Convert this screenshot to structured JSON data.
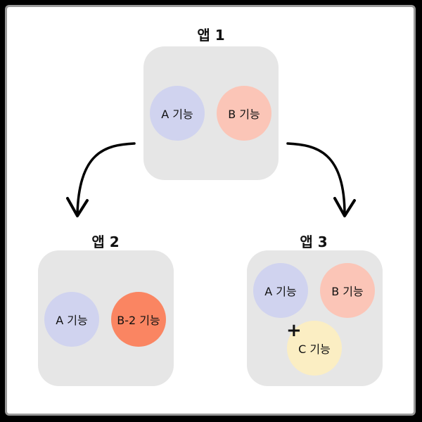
{
  "colors": {
    "feature_a": "#d0d3ef",
    "feature_b": "#fbc5b7",
    "feature_b2": "#fa8562",
    "feature_c": "#fbeec3",
    "box": "#e6e6e6"
  },
  "app1": {
    "title": "앱 1",
    "features": [
      "A 기능",
      "B 기능"
    ]
  },
  "app2": {
    "title": "앱 2",
    "features": [
      "A 기능",
      "B-2 기능"
    ]
  },
  "app3": {
    "title": "앱 3",
    "features": [
      "A 기능",
      "B 기능",
      "C 기능"
    ],
    "plus_symbol": "+"
  }
}
